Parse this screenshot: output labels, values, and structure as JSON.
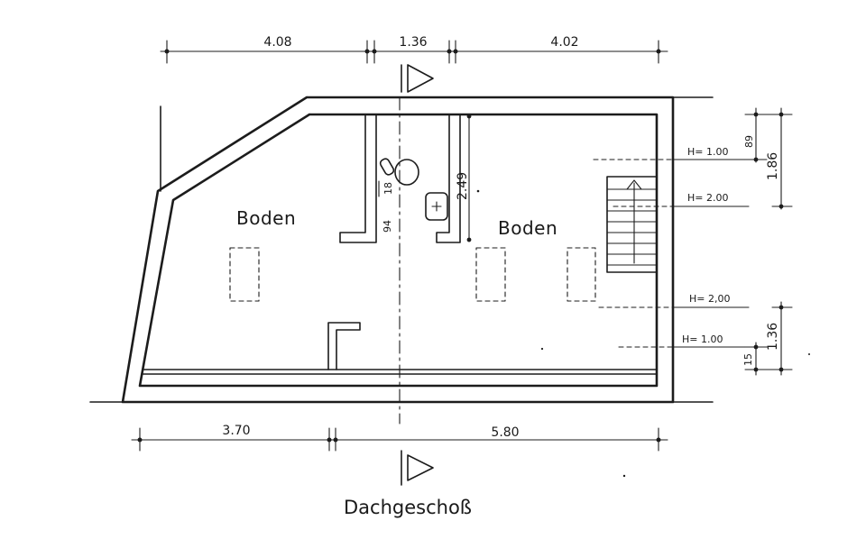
{
  "title": "Dachgeschoß",
  "rooms": {
    "left": "Boden",
    "right": "Boden"
  },
  "dimensions": {
    "top": [
      "4.08",
      "1.36",
      "4.02"
    ],
    "bottom": [
      "3.70",
      "5.80"
    ],
    "right_upper": [
      "89",
      "1.86"
    ],
    "right_lower": [
      "15",
      "1.36"
    ],
    "inner_vertical": "2.49",
    "bath_small": [
      "18",
      "94"
    ]
  },
  "heights": {
    "h1": "H= 1.00",
    "h2": "H= 2.00",
    "h3": "H= 2,00",
    "h4": "H= 1.00"
  },
  "colors": {
    "ink": "#1c1c1c",
    "paper": "#ffffff"
  }
}
